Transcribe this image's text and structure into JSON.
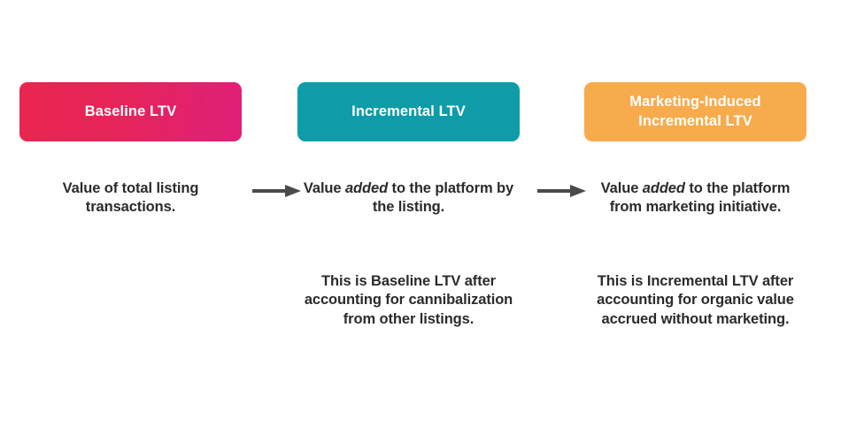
{
  "diagram": {
    "title": "LTV definitions flow",
    "background_color": "#ffffff",
    "arrow_color": "#4a4a4a",
    "body_text_color": "#2b2b2b",
    "columns": [
      {
        "id": "baseline",
        "header": {
          "label": "Baseline LTV",
          "text_color": "#ffffff",
          "fill_from": "#e8264f",
          "fill_to": "#e01f7a"
        },
        "definition": {
          "line_1_pre": "Value of total listing",
          "line_1_em": "",
          "line_1_post": "",
          "full": "Value of total listing transactions."
        },
        "note": ""
      },
      {
        "id": "incremental",
        "header": {
          "label": "Incremental LTV",
          "text_color": "#ffffff",
          "fill_from": "#0e9ca8",
          "fill_to": "#0e9ca8"
        },
        "definition": {
          "line_1_pre": "Value ",
          "line_1_em": "added",
          "line_1_post": " to the platform by the listing.",
          "full": "Value added to the platform by the listing."
        },
        "note": "This is Baseline LTV after accounting for cannibalization from other listings."
      },
      {
        "id": "marketing-induced",
        "header": {
          "label": "Marketing-Induced Incremental LTV",
          "label_line_1": "Marketing-Induced",
          "label_line_2": "Incremental LTV",
          "text_color": "#ffffff",
          "fill_from": "#f7ab4c",
          "fill_to": "#f7ab4c"
        },
        "definition": {
          "line_1_pre": "Value ",
          "line_1_em": "added",
          "line_1_post": " to the platform from marketing initiative.",
          "full": "Value added to the platform from marketing initiative."
        },
        "note": "This is Incremental LTV after accounting for organic value accrued without marketing."
      }
    ],
    "connectors": [
      {
        "id": "arrow-baseline-to-incremental",
        "direction": "right"
      },
      {
        "id": "arrow-incremental-to-marketing",
        "direction": "right"
      }
    ]
  }
}
